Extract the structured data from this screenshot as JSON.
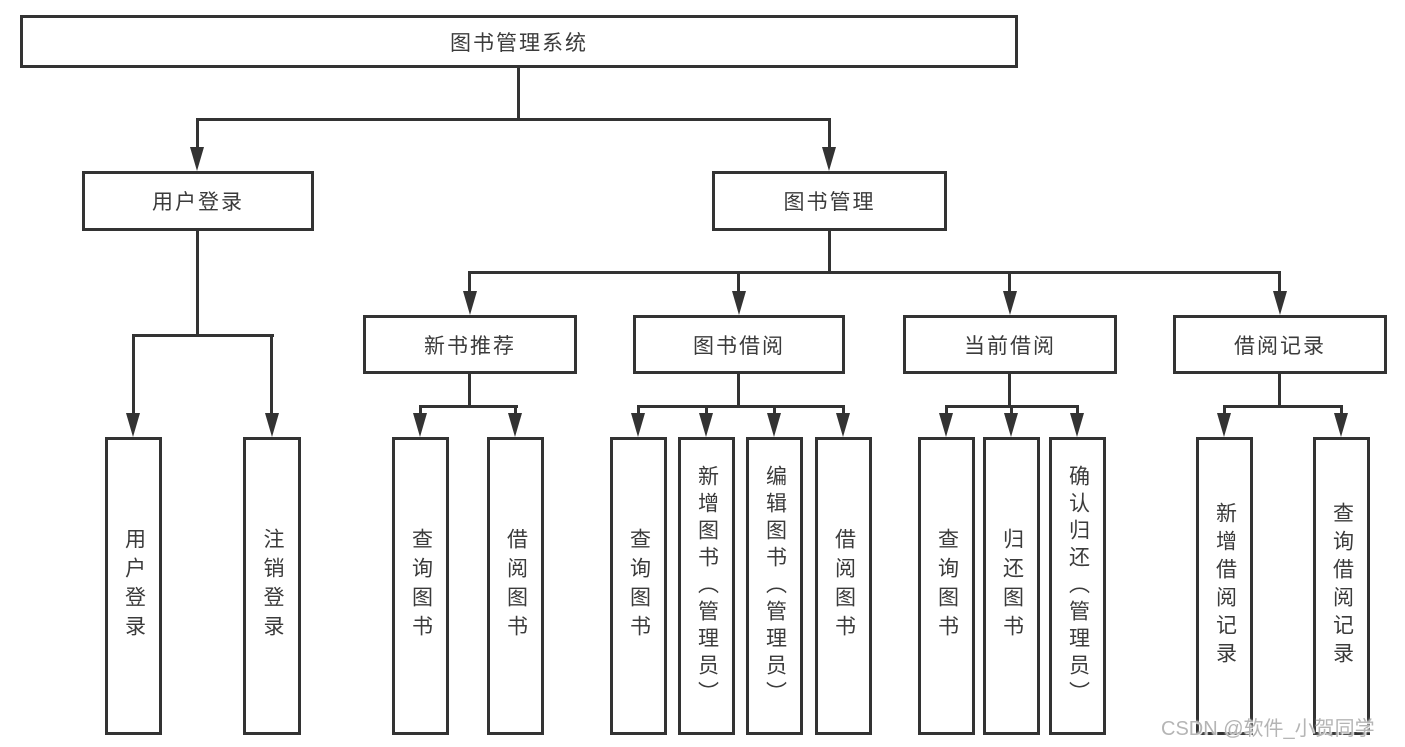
{
  "colors": {
    "line": "#333333",
    "box_border": "#333333",
    "box_fill": "#ffffff",
    "text": "#3b3b3b",
    "watermark": "#b5b5b5",
    "background": "#ffffff"
  },
  "tree": {
    "label": "图书管理系统",
    "children": [
      {
        "label": "用户登录",
        "children": [
          {
            "label": "用户登录"
          },
          {
            "label": "注销登录"
          }
        ]
      },
      {
        "label": "图书管理",
        "children": [
          {
            "label": "新书推荐",
            "children": [
              {
                "label": "查询图书"
              },
              {
                "label": "借阅图书"
              }
            ]
          },
          {
            "label": "图书借阅",
            "children": [
              {
                "label": "查询图书"
              },
              {
                "label": "新增图书（管理员）"
              },
              {
                "label": "编辑图书（管理员）"
              },
              {
                "label": "借阅图书"
              }
            ]
          },
          {
            "label": "当前借阅",
            "children": [
              {
                "label": "查询图书"
              },
              {
                "label": "归还图书"
              },
              {
                "label": "确认归还（管理员）"
              }
            ]
          },
          {
            "label": "借阅记录",
            "children": [
              {
                "label": "新增借阅记录"
              },
              {
                "label": "查询借阅记录"
              }
            ]
          }
        ]
      }
    ]
  },
  "watermark": {
    "text": "CSDN @软件_小贺同学"
  }
}
